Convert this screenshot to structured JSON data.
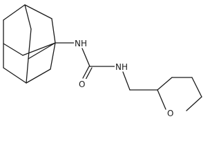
{
  "molecule": {
    "atoms": {
      "nh_top": "NH",
      "oxygen_carbonyl": "O",
      "nh_right": "NH",
      "oxygen_ring": "O"
    },
    "colors": {
      "bond": "#1a1a1a",
      "background": "#ffffff"
    }
  }
}
